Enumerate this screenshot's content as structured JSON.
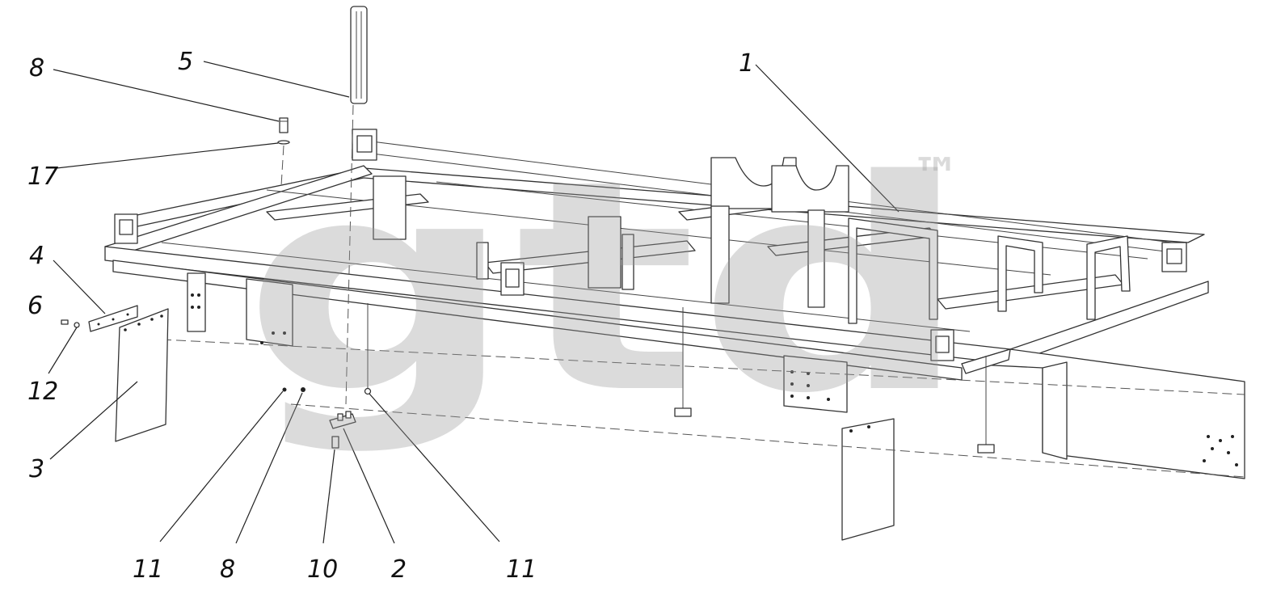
{
  "diagram": {
    "callouts": [
      {
        "id": "c8-top",
        "text": "8"
      },
      {
        "id": "c5",
        "text": "5"
      },
      {
        "id": "c1",
        "text": "1"
      },
      {
        "id": "c17",
        "text": "17"
      },
      {
        "id": "c4",
        "text": "4"
      },
      {
        "id": "c6",
        "text": "6"
      },
      {
        "id": "c12",
        "text": "12"
      },
      {
        "id": "c3",
        "text": "3"
      },
      {
        "id": "c11-left",
        "text": "11"
      },
      {
        "id": "c8-bottom",
        "text": "8"
      },
      {
        "id": "c10",
        "text": "10"
      },
      {
        "id": "c2",
        "text": "2"
      },
      {
        "id": "c11-right",
        "text": "11"
      }
    ],
    "watermark": {
      "text": "gtd",
      "trademark": "™"
    },
    "colors": {
      "line": "#333333",
      "text": "#111111",
      "watermark": "#9a9a9a",
      "background": "#ffffff"
    }
  }
}
